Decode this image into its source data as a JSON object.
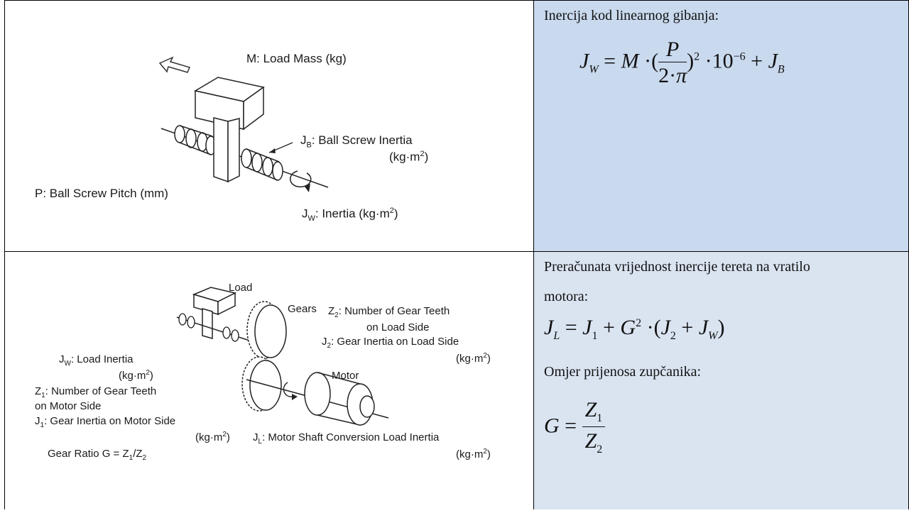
{
  "top_figure": {
    "load_mass": "M: Load Mass (kg)",
    "ball_screw_inertia_1": "J",
    "ball_screw_inertia_sub": "B",
    "ball_screw_inertia_2": ": Ball Screw Inertia",
    "ball_screw_inertia_unit": "(kg·m",
    "sup2": "2",
    "close_paren": ")",
    "pitch": "P: Ball Screw Pitch (mm)",
    "inertia_1": "J",
    "inertia_sub": "W",
    "inertia_2": ": Inertia (kg·m"
  },
  "top_text": {
    "heading": "Inercija kod linearnog gibanja:",
    "formula": {
      "J": "J",
      "W": "W",
      "eq": "=",
      "M": "M",
      "dot": "·",
      "P": "P",
      "two": "2",
      "pi": "π",
      "exp2": "2",
      "ten": "10",
      "exp_neg6": "−6",
      "plus": "+",
      "JB_J": "J",
      "JB_B": "B",
      "lparen": "(",
      "rparen": ")"
    }
  },
  "bottom_figure": {
    "load": "Load",
    "gears": "Gears",
    "z2_line1_a": "Z",
    "z2_sub": "2",
    "z2_line1_b": ": Number of Gear Teeth",
    "z2_line2": "on Load Side",
    "j2_a": "J",
    "j2_sub": "2",
    "j2_b": ": Gear Inertia on Load Side",
    "unit_kgm": "(kg·m",
    "sup2": "2",
    "close_paren": ")",
    "motor": "Motor",
    "jw_a": "J",
    "jw_sub": "W",
    "jw_b": ": Load Inertia",
    "z1_a": "Z",
    "z1_sub": "1",
    "z1_b": ": Number of Gear Teeth",
    "z1_line2": "on Motor Side",
    "j1_a": "J",
    "j1_sub": "1",
    "j1_b": ": Gear Inertia on Motor Side",
    "jl_a": "J",
    "jl_sub": "L",
    "jl_b": ": Motor Shaft Conversion Load Inertia",
    "ratio_a": "Gear Ratio G = Z",
    "ratio_sub1": "1",
    "ratio_b": "/Z",
    "ratio_sub2": "2"
  },
  "bottom_text": {
    "para1_line1": "Preračunata vrijednost inercije tereta na vratilo",
    "para1_line2": "motora:",
    "formula1": {
      "J": "J",
      "L": "L",
      "eq": "=",
      "J1": "J",
      "one": "1",
      "plus": "+",
      "G": "G",
      "exp2": "2",
      "dot": "·",
      "lparen": "(",
      "J2": "J",
      "two": "2",
      "plus2": "+",
      "JW": "J",
      "W": "W",
      "rparen": ")"
    },
    "para2": "Omjer prijenosa zupčanika:",
    "formula2": {
      "G": "G",
      "eq": "=",
      "Z": "Z",
      "one": "1",
      "two": "2"
    }
  }
}
